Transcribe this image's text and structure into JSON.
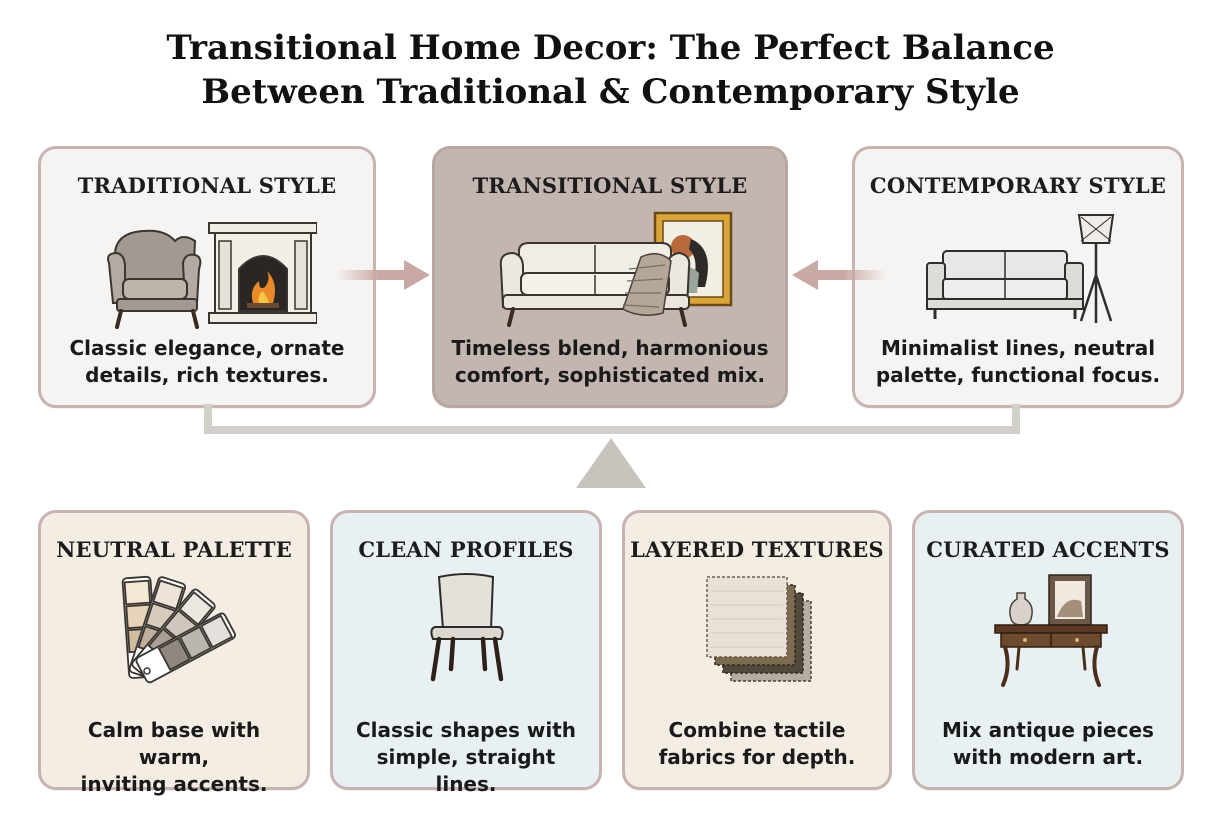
{
  "title": {
    "line1": "Transitional Home Decor: The Perfect Balance",
    "line2": "Between Traditional & Contemporary Style"
  },
  "top_cards": [
    {
      "heading": "TRADITIONAL STYLE",
      "desc_line1": "Classic elegance, ornate",
      "desc_line2": "details, rich textures.",
      "icon": "armchair-fireplace-icon"
    },
    {
      "heading": "TRANSITIONAL STYLE",
      "desc_line1": "Timeless blend, harmonious",
      "desc_line2": "comfort, sophisticated mix.",
      "icon": "sofa-frame-icon"
    },
    {
      "heading": "CONTEMPORARY STYLE",
      "desc_line1": "Minimalist lines, neutral",
      "desc_line2": "palette, functional focus.",
      "icon": "modern-sofa-lamp-icon"
    }
  ],
  "bottom_cards": [
    {
      "heading": "NEUTRAL PALETTE",
      "desc_line1": "Calm base with warm,",
      "desc_line2": "inviting accents.",
      "icon": "swatch-fan-icon"
    },
    {
      "heading": "CLEAN PROFILES",
      "desc_line1": "Classic shapes with",
      "desc_line2": "simple, straight lines.",
      "icon": "dining-chair-icon"
    },
    {
      "heading": "LAYERED TEXTURES",
      "desc_line1": "Combine tactile",
      "desc_line2": "fabrics for depth.",
      "icon": "fabric-swatches-icon"
    },
    {
      "heading": "CURATED ACCENTS",
      "desc_line1": "Mix antique pieces",
      "desc_line2": "with modern art.",
      "icon": "console-table-icon"
    }
  ],
  "colors": {
    "card_border": "#c7b3b0",
    "center_card_bg": "#c3b6b1",
    "warm_card_bg": "#f3ede4",
    "cool_card_bg": "#e9f0f3",
    "arrow": "#c9a9a3",
    "balance": "#c8c3bd"
  }
}
